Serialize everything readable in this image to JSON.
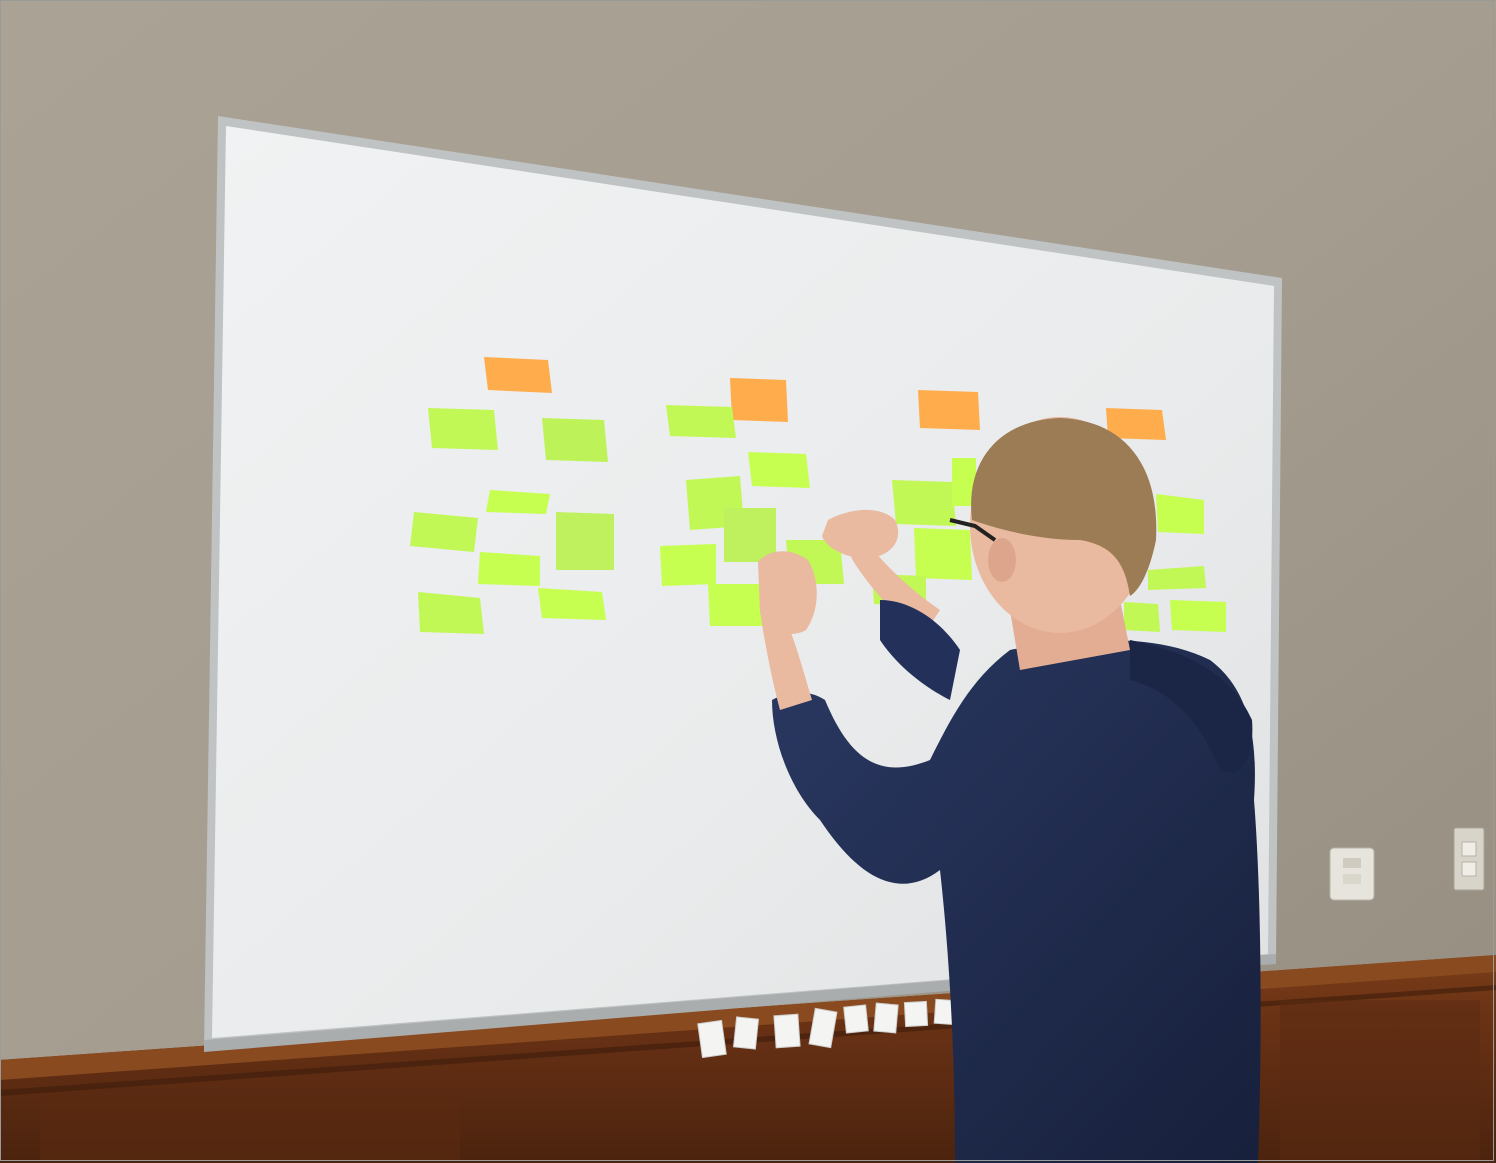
{
  "scene": {
    "description_colors": {
      "wall": "#a39b8d",
      "wall_light": "#b7b0a3",
      "whiteboard": "#eceeef",
      "whiteboard_frame": "#c9cccd",
      "wood_panel": "#6a3416",
      "wood_dark": "#4a2310",
      "green_note": "#b8f05a",
      "green_note_bright": "#c6ff4f",
      "orange_note": "#ffad4c",
      "hoodie": "#1f2b4d",
      "skin": "#e9b9a0",
      "hair": "#9b7c55",
      "thermostat": "#e6e4dc",
      "switch_plate": "#d8d4ca"
    },
    "icons": [
      "sticky-note",
      "person",
      "thermostat",
      "light-switch",
      "tape-strip"
    ]
  }
}
